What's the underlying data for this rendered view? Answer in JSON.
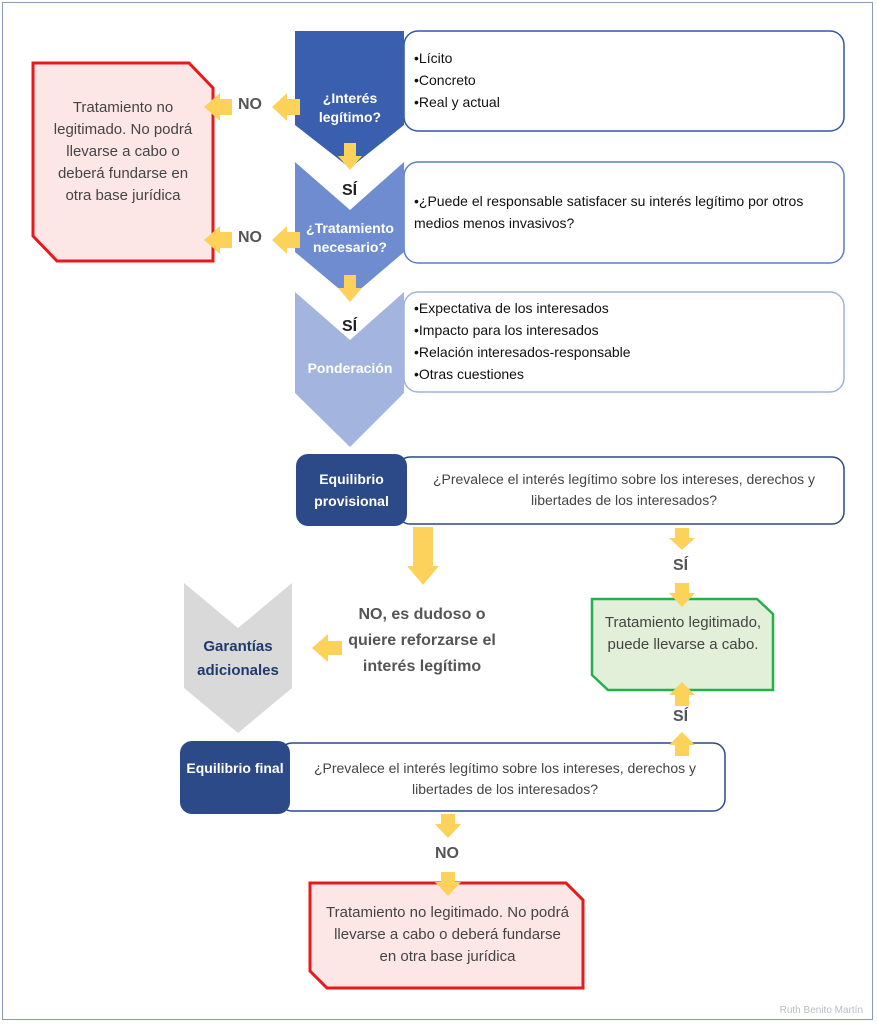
{
  "stages": {
    "interes": {
      "label": "¿Interés legítimo?",
      "items": [
        "•Lícito",
        "•Concreto",
        "•Real y actual"
      ]
    },
    "necesario": {
      "label": "¿Tratamiento necesario?",
      "items": [
        "•¿Puede el responsable satisfacer su interés legítimo por otros medios menos invasivos?"
      ]
    },
    "ponderacion": {
      "label": "Ponderación",
      "items": [
        "•Expectativa de los interesados",
        "•Impacto para los interesados",
        "•Relación interesados-responsable",
        "•Otras cuestiones"
      ]
    }
  },
  "reject_box": {
    "text": "Tratamiento no legitimado. No podrá llevarse a cabo o deberá fundarse en otra base jurídica"
  },
  "labels": {
    "no": "NO",
    "si": "SÍ"
  },
  "equilibrio_provisional": {
    "label": "Equilibrio provisional",
    "question": "¿Prevalece el interés legítimo sobre los intereses, derechos y libertades de los interesados?"
  },
  "dudoso": {
    "text": "NO, es dudoso o quiere reforzarse el interés legítimo"
  },
  "garantias": {
    "label": "Garantías adicionales"
  },
  "legitimado": {
    "text": "Tratamiento legitimado, puede llevarse a cabo."
  },
  "equilibrio_final": {
    "label": "Equilibrio final",
    "question": "¿Prevalece el interés legítimo sobre los intereses, derechos y libertades de los interesados?"
  },
  "final_reject": {
    "text": "Tratamiento no legitimado. No podrá llevarse a cabo o deberá fundarse en otra base jurídica"
  },
  "credit": "Ruth Benito Martín",
  "colors": {
    "dark_blue": "#3a5fae",
    "mid_blue": "#6e8ccf",
    "light_blue": "#a3b5de",
    "navy": "#2c4a87",
    "arrow": "#fcd25a",
    "red": "#e8191b",
    "pink_fill": "#fde7e6",
    "green": "#22b14c",
    "green_fill": "#e2efd9",
    "gray": "#d9d9d9"
  }
}
